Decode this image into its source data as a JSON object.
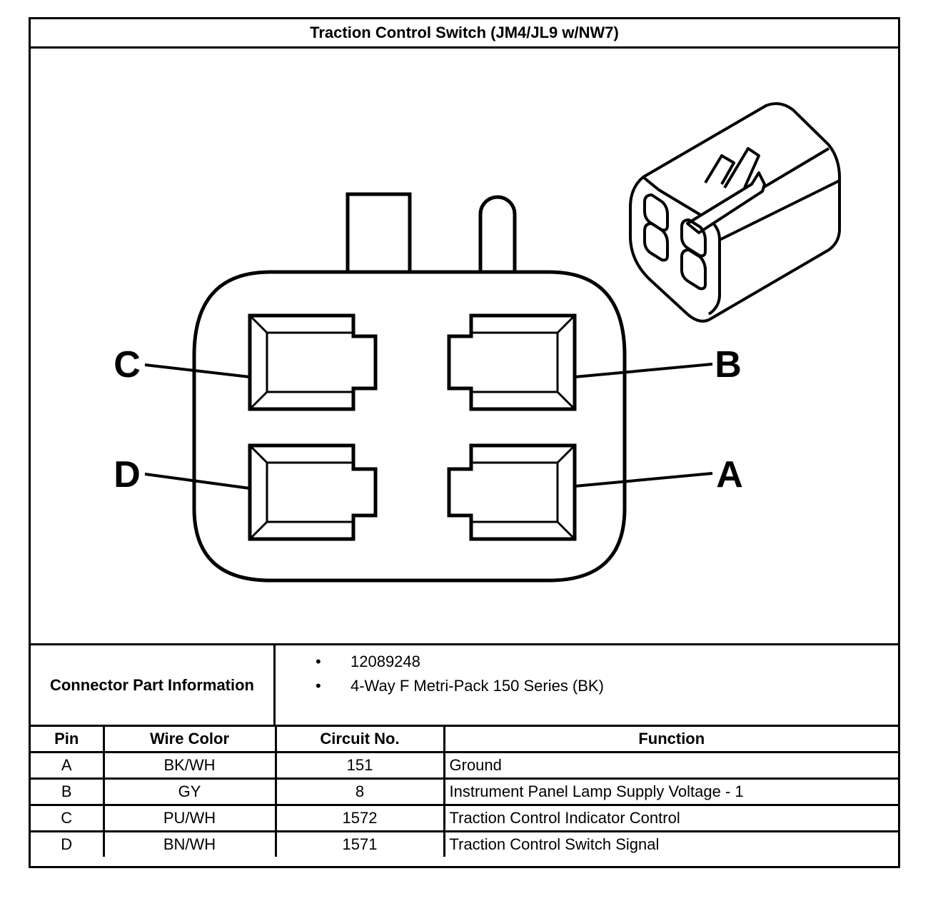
{
  "title": "Traction Control Switch (JM4/JL9 w/NW7)",
  "diagram": {
    "pin_labels": {
      "a": "A",
      "b": "B",
      "c": "C",
      "d": "D"
    }
  },
  "connector_info": {
    "label": "Connector Part Information",
    "items": [
      "12089248",
      "4-Way F Metri-Pack 150 Series (BK)"
    ],
    "bullet": "•"
  },
  "pin_table": {
    "headers": [
      "Pin",
      "Wire Color",
      "Circuit No.",
      "Function"
    ],
    "rows": [
      {
        "pin": "A",
        "wire_color": "BK/WH",
        "circuit": "151",
        "function": "Ground"
      },
      {
        "pin": "B",
        "wire_color": "GY",
        "circuit": "8",
        "function": "Instrument Panel Lamp Supply Voltage - 1"
      },
      {
        "pin": "C",
        "wire_color": "PU/WH",
        "circuit": "1572",
        "function": "Traction Control Indicator Control"
      },
      {
        "pin": "D",
        "wire_color": "BN/WH",
        "circuit": "1571",
        "function": "Traction Control Switch Signal"
      }
    ]
  }
}
